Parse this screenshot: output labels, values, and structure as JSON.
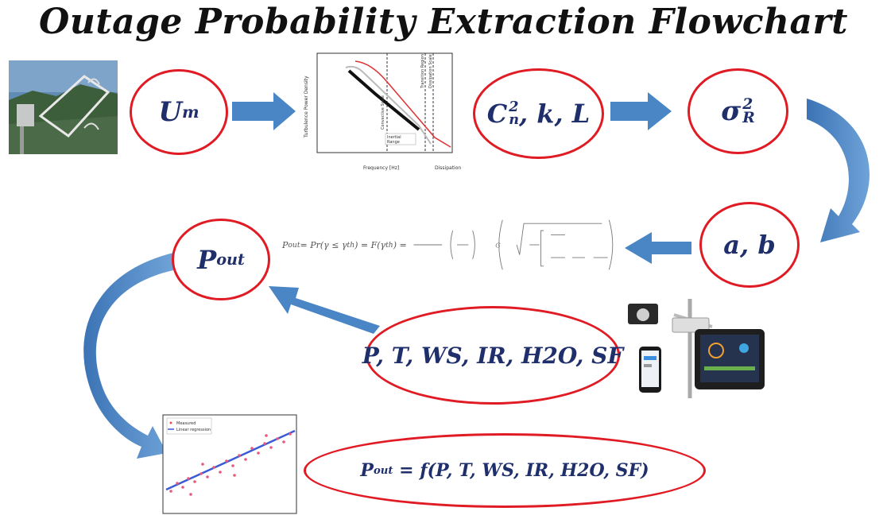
{
  "title": "Outage Probability Extraction Flowchart",
  "nodes": {
    "um": {
      "main": "U",
      "sub": "m"
    },
    "cn": {
      "main": "C",
      "sup": "2",
      "sub": "n",
      "rest": ", k, L"
    },
    "sigma": {
      "main": "σ",
      "sup": "2",
      "sub": "R"
    },
    "ab": {
      "text": "a, b"
    },
    "pout": {
      "main": "P",
      "sub": "out"
    },
    "weather": {
      "text": "P, T, WS, IR, H2O, SF"
    },
    "final": {
      "main": "P",
      "sub": "out",
      "rest": " = f(P, T, WS, IR, H2O, SF)"
    }
  },
  "formula": {
    "lhs": "P",
    "lhs_sub": "out",
    "text": " = Pr(γ ≤ γ",
    "text_sub": "th",
    "text2": ") = F(γ",
    "text2_sub": "th",
    "text3": ") = "
  },
  "spectrum_plot": {
    "xlabel": "Frequency [Hz]",
    "ylabel": "Turbulence Power Density",
    "extra_label": "Dissipation",
    "legend": [
      "Inertial",
      "Range"
    ],
    "region_labels": [
      "Convective Scale",
      "Transition Region",
      "Dissipation Scale"
    ]
  },
  "regression_plot": {
    "legend": [
      "Measured",
      "Linear regression"
    ]
  },
  "colors": {
    "ellipse_border": "#e01b24",
    "node_text": "#1f2f6b",
    "arrow": "#4a86c5"
  }
}
